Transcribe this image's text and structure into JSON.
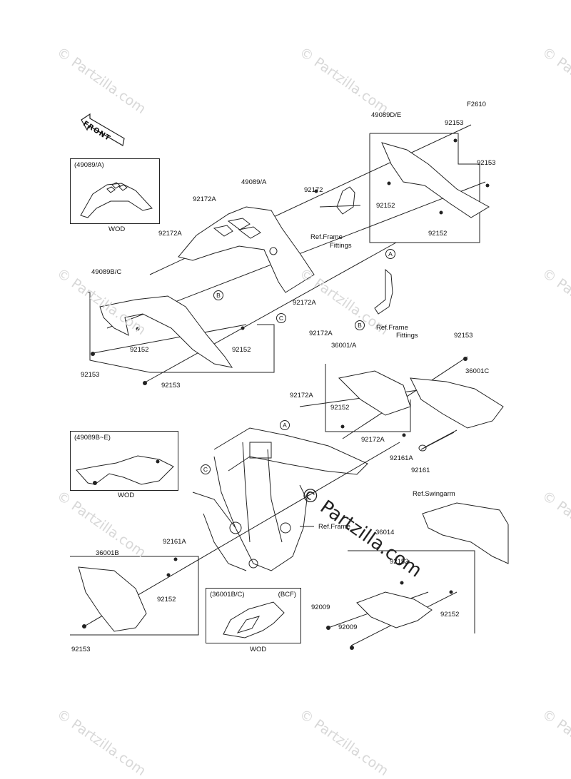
{
  "diagram_code": "F2610",
  "watermarks": {
    "small": "© Partzilla.com",
    "large": "© Partzilla.com"
  },
  "front_label": "FRONT",
  "insets": {
    "inset_a": {
      "title": "(49089/A)",
      "caption": "WOD"
    },
    "inset_be": {
      "title": "(49089B~E)",
      "caption": "WOD"
    },
    "inset_bc": {
      "title": "(36001B/C)",
      "variant": "(BCF)",
      "caption": "WOD"
    }
  },
  "callouts": {
    "c_49089de": "49089D/E",
    "c_92153_a": "92153",
    "c_92153_b": "92153",
    "c_49089a": "49089/A",
    "c_92172_top": "92172",
    "c_92172a_1": "92172A",
    "c_92172a_2": "92172A",
    "c_92152_a": "92152",
    "c_92152_b": "92152",
    "c_ref_frame_fittings_1": "Ref.Frame",
    "c_ref_frame_fittings_1b": "Fittings",
    "c_49089bc": "49089B/C",
    "c_92172a_3": "92172A",
    "c_92172a_4": "92172A",
    "c_92152_c": "92152",
    "c_92152_d": "92152",
    "c_92153_c": "92153",
    "c_92153_d": "92153",
    "c_ref_frame_fittings_2": "Ref.Frame",
    "c_ref_frame_fittings_2b": "Fittings",
    "c_92153_e": "92153",
    "c_36001a": "36001/A",
    "c_36001c": "36001C",
    "c_92172a_5": "92172A",
    "c_92152_e": "92152",
    "c_92172a_6": "92172A",
    "c_92161a_1": "92161A",
    "c_92161": "92161",
    "c_ref_swingarm": "Ref.Swingarm",
    "c_ref_frame": "Ref.Frame",
    "c_36014": "36014",
    "c_36001b": "36001B",
    "c_92161a_2": "92161A",
    "c_92152_f": "92152",
    "c_92152_g": "92152",
    "c_92152_h": "92152",
    "c_92009_a": "92009",
    "c_92009_b": "92009",
    "c_92153_f": "92153"
  },
  "markers": {
    "a1": "A",
    "a2": "A",
    "b1": "B",
    "b2": "B",
    "c1": "C",
    "c2": "C"
  }
}
